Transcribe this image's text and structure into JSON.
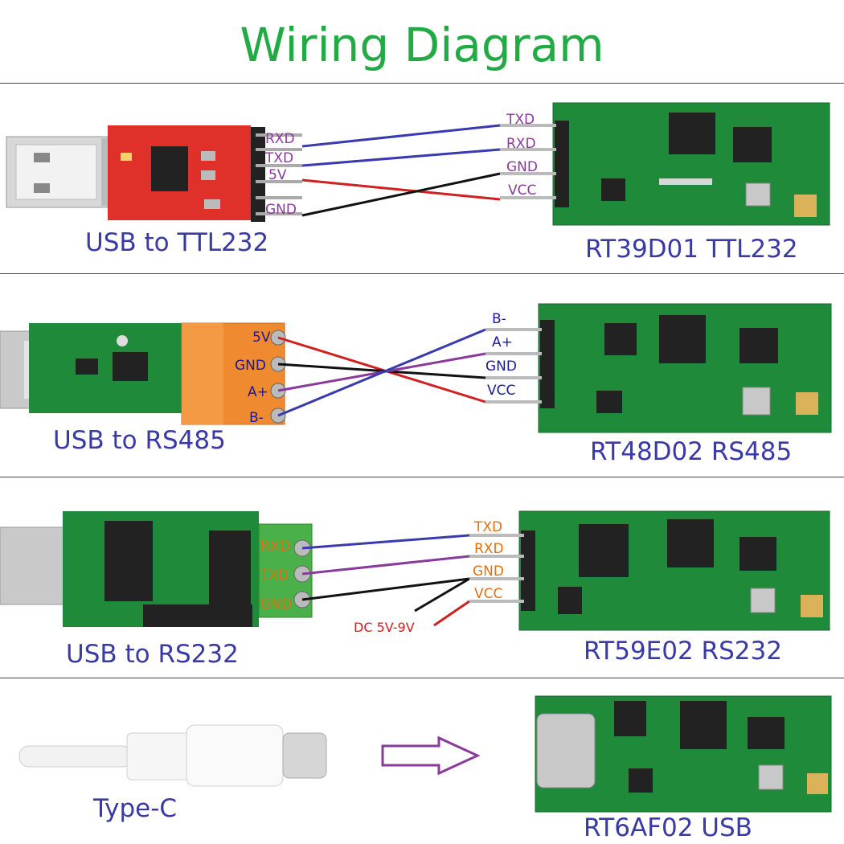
{
  "title": "Wiring Diagram",
  "colors": {
    "title": "#22aa44",
    "caption": "#3a3aa6",
    "pcb_green": "#1f8a3a",
    "pcb_red": "#e0302a",
    "terminal_orange": "#f08a30",
    "terminal_green": "#4ab04a",
    "wire_blue": "#3a3ab0",
    "wire_red": "#d02020",
    "wire_black": "#111111",
    "wire_purple": "#8a3a9a"
  },
  "sections": [
    {
      "left_caption": "USB to TTL232",
      "right_caption": "RT39D01 TTL232",
      "left_labels": [
        "RXD",
        "TXD",
        "5V",
        "GND"
      ],
      "right_labels": [
        "TXD",
        "RXD",
        "GND",
        "VCC"
      ]
    },
    {
      "left_caption": "USB to RS485",
      "right_caption": "RT48D02 RS485",
      "left_labels": [
        "5V",
        "GND",
        "A+",
        "B-"
      ],
      "right_labels": [
        "B-",
        "A+",
        "GND",
        "VCC"
      ]
    },
    {
      "left_caption": "USB to RS232",
      "right_caption": "RT59E02 RS232",
      "left_labels": [
        "RXD",
        "TXD",
        "GND"
      ],
      "right_labels": [
        "TXD",
        "RXD",
        "GND",
        "VCC"
      ],
      "power_label": "DC 5V-9V"
    },
    {
      "left_caption": "Type-C",
      "right_caption": "RT6AF02 USB"
    }
  ]
}
